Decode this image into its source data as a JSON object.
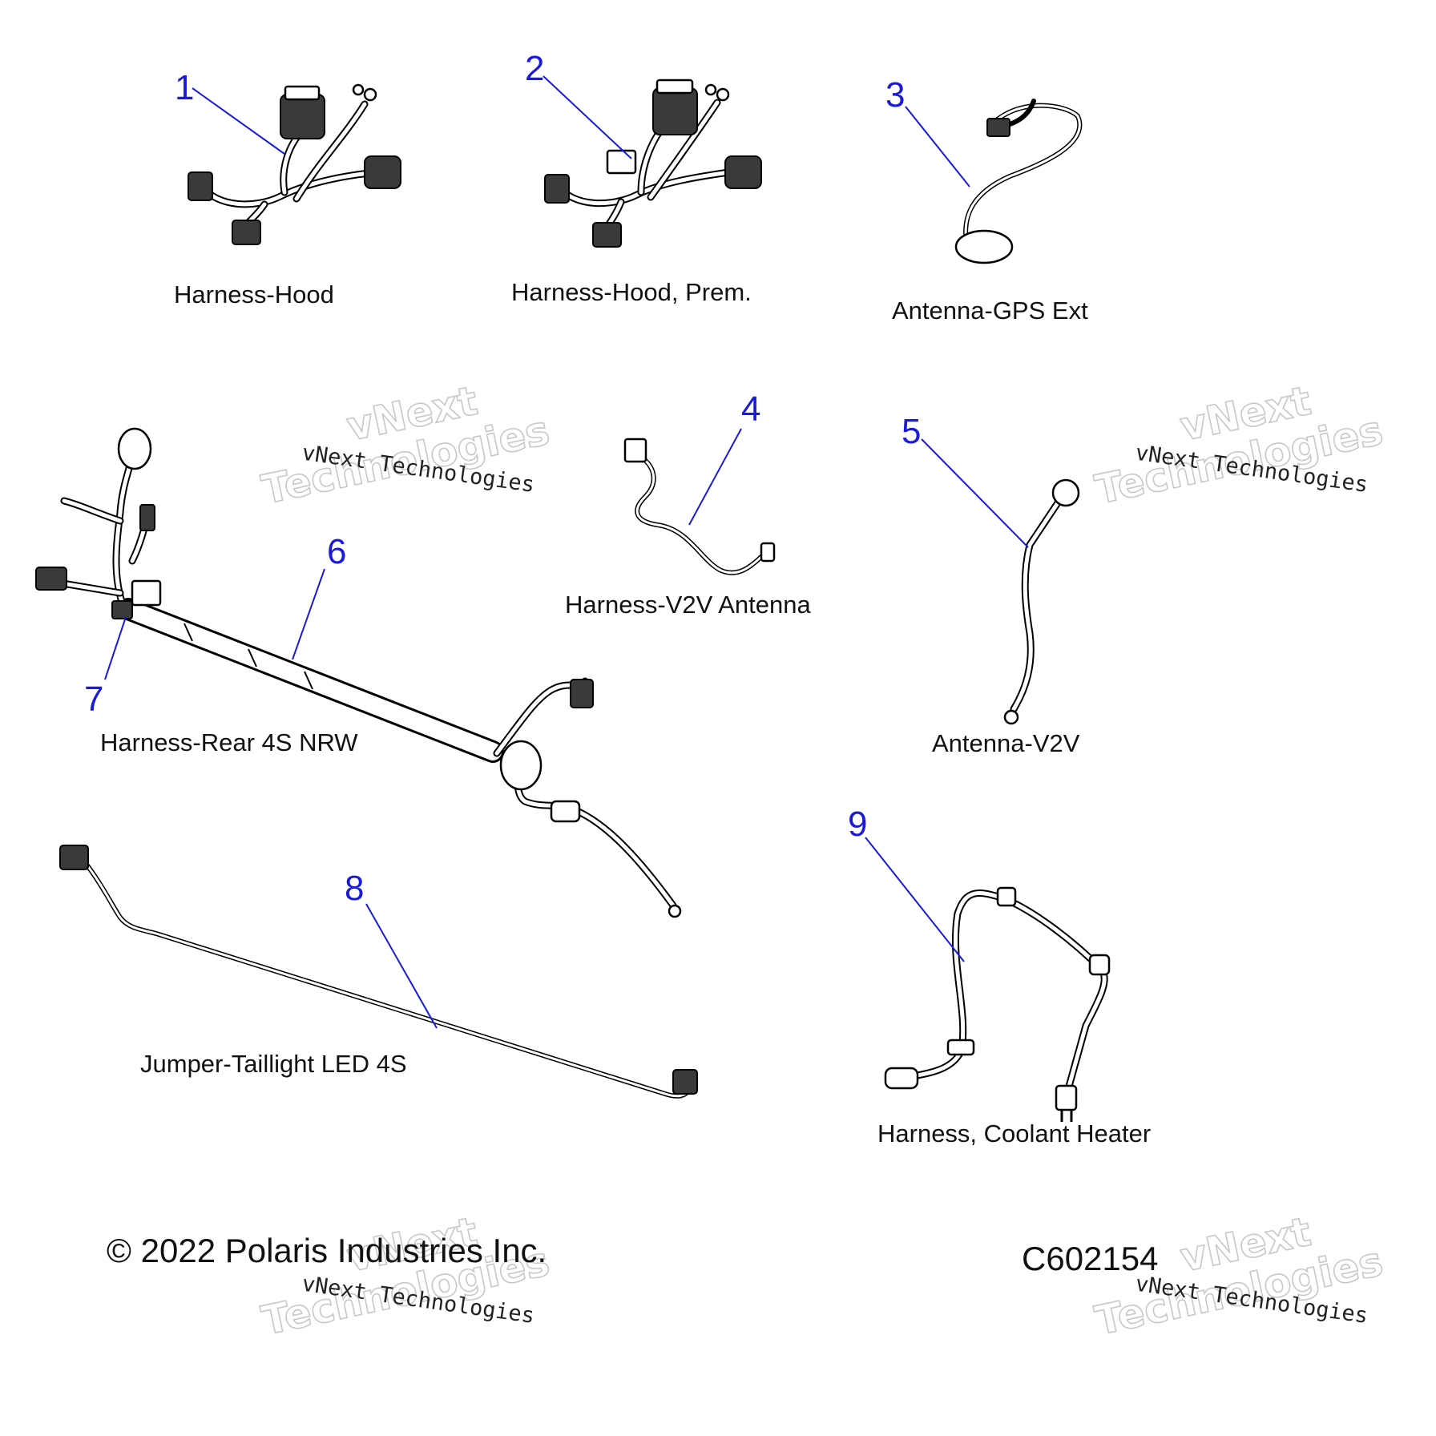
{
  "parts": [
    {
      "number": "1",
      "label": "Harness-Hood"
    },
    {
      "number": "2",
      "label": "Harness-Hood, Prem."
    },
    {
      "number": "3",
      "label": "Antenna-GPS Ext"
    },
    {
      "number": "4",
      "label": "Harness-V2V Antenna"
    },
    {
      "number": "5",
      "label": "Antenna-V2V"
    },
    {
      "number": "6",
      "label": "Harness-Rear 4S NRW"
    },
    {
      "number": "7",
      "label": ""
    },
    {
      "number": "8",
      "label": "Jumper-Taillight LED 4S"
    },
    {
      "number": "9",
      "label": "Harness, Coolant Heater"
    }
  ],
  "watermark": {
    "line1": "vNext",
    "line2": "Technologies",
    "caption": "vNext Technologies"
  },
  "footer": {
    "copyright": "© 2022 Polaris Industries Inc.",
    "code": "C602154"
  },
  "colors": {
    "callout": "#1a1adb",
    "text": "#111111",
    "watermark": "#c8c8c8"
  }
}
